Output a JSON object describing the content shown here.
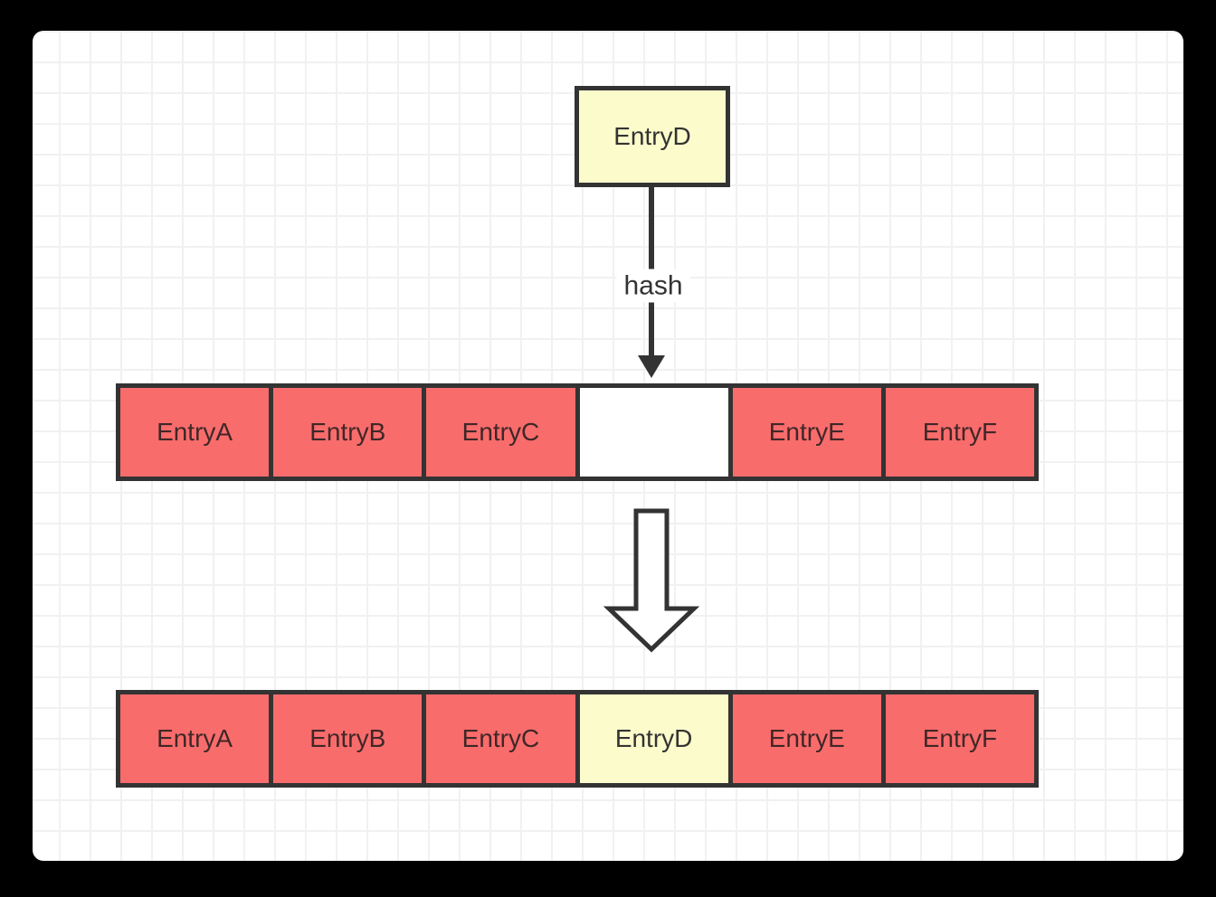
{
  "colors": {
    "frame": "#000000",
    "canvas_bg": "#ffffff",
    "grid_color": "#f1f1f1",
    "stroke": "#333333",
    "red_fill": "#f96c6c",
    "yellow_fill": "#fbfbcb",
    "red_text": "#402727",
    "yellow_text": "#333333"
  },
  "diagram": {
    "source_node": {
      "label": "EntryD",
      "fill": "yellow"
    },
    "hash_edge": {
      "label": "hash"
    },
    "array_before": {
      "cells": [
        {
          "label": "EntryA",
          "fill": "red"
        },
        {
          "label": "EntryB",
          "fill": "red"
        },
        {
          "label": "EntryC",
          "fill": "red"
        },
        {
          "label": "",
          "fill": "white"
        },
        {
          "label": "EntryE",
          "fill": "red"
        },
        {
          "label": "EntryF",
          "fill": "red"
        }
      ]
    },
    "transform_arrow": {
      "shape": "hollow-down-arrow"
    },
    "array_after": {
      "cells": [
        {
          "label": "EntryA",
          "fill": "red"
        },
        {
          "label": "EntryB",
          "fill": "red"
        },
        {
          "label": "EntryC",
          "fill": "red"
        },
        {
          "label": "EntryD",
          "fill": "yellow"
        },
        {
          "label": "EntryE",
          "fill": "red"
        },
        {
          "label": "EntryF",
          "fill": "red"
        }
      ]
    }
  }
}
